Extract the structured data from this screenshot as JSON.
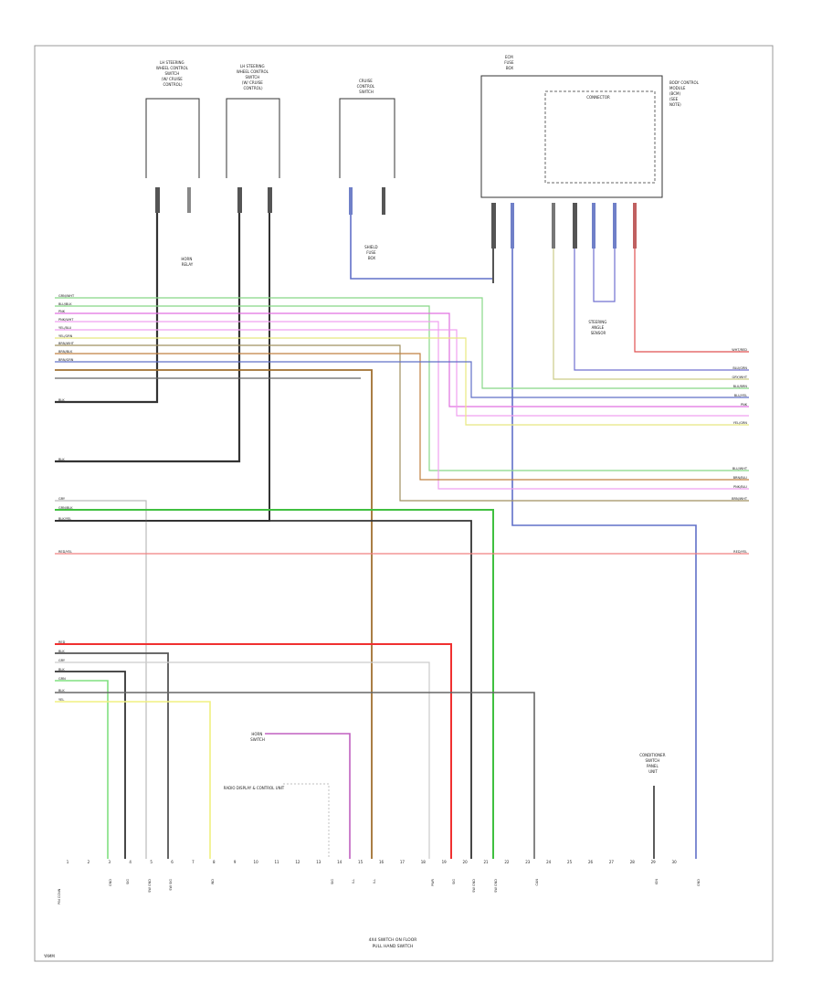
{
  "diagram": {
    "title_line1": "4X4 SWITCH ON FLOOR",
    "title_line2": "PULL HAND SWITCH",
    "corner_label": "YAMM",
    "left_label": "PIN CONN"
  },
  "components": {
    "comp_a": [
      "LH STEERING",
      "WHEEL CONTROL",
      "SWITCH",
      "(W/ CRUISE",
      "CONTROL)"
    ],
    "comp_b": [
      "LH STEERING",
      "WHEEL CONTROL",
      "SWITCH",
      "(W/ CRUISE",
      "CONTROL)"
    ],
    "comp_c": [
      "CRUISE",
      "CONTROL",
      "SWITCH"
    ],
    "comp_d_top": [
      "ECM",
      "FUSE",
      "BOX"
    ],
    "comp_d_side": [
      "BODY CONTROL",
      "MODULE",
      "(BCM)",
      "(SEE",
      "NOTE)"
    ],
    "comp_d_inner": "CONNECTOR",
    "comp_e": [
      "HORN",
      "RELAY"
    ],
    "comp_f": [
      "STEERING",
      "ANGLE",
      "SENSOR"
    ],
    "comp_g": [
      "SHIELD",
      "FUSE",
      "BOX"
    ],
    "comp_h": "RADIO DISPLAY & CONTROL UNIT",
    "comp_i": [
      "CONDITIONER",
      "SWITCH",
      "PANEL",
      "UNIT"
    ],
    "comp_j": [
      "HORN",
      "SWITCH"
    ]
  },
  "left_wires": [
    "GRN/WHT",
    "BLU/BLK",
    "PNK",
    "PNK/WHT",
    "YEL/BLU",
    "YEL/GRN",
    "BRN/WHT",
    "BRN/BLK",
    "BRN/GRN",
    "BLK",
    "BLK",
    "GRY",
    "GRN/BLK",
    "BLK/YEL",
    "RED/YEL",
    "RED",
    "BLK",
    "GRY",
    "BLK",
    "GRN",
    "BLK",
    "YEL"
  ],
  "right_wires": [
    "WHT/RED",
    "BLU/GRN",
    "GRY/WHT",
    "BLU/BRN",
    "BLU/YEL",
    "PNK",
    "YEL/GRN",
    "BLU/WHT",
    "BRN/BLU",
    "PNK/BLU",
    "BRN/WHT",
    "RED/YEL"
  ],
  "bottom_pins": [
    "1",
    "2",
    "3",
    "4",
    "5",
    "6",
    "7",
    "8",
    "9",
    "10",
    "11",
    "12",
    "13",
    "14",
    "15",
    "16",
    "17",
    "18",
    "19",
    "20",
    "21",
    "22",
    "23",
    "24",
    "25",
    "26",
    "27",
    "28",
    "29",
    "30"
  ],
  "bottom_pin_labels": [
    "GND",
    "SIG",
    "SW GND",
    "SW SIG",
    "IND",
    "SIG",
    "ILL",
    "ILL",
    "PWR",
    "SIG",
    "SW GND",
    "SW GND",
    "CAN",
    "IGN",
    "GND"
  ]
}
